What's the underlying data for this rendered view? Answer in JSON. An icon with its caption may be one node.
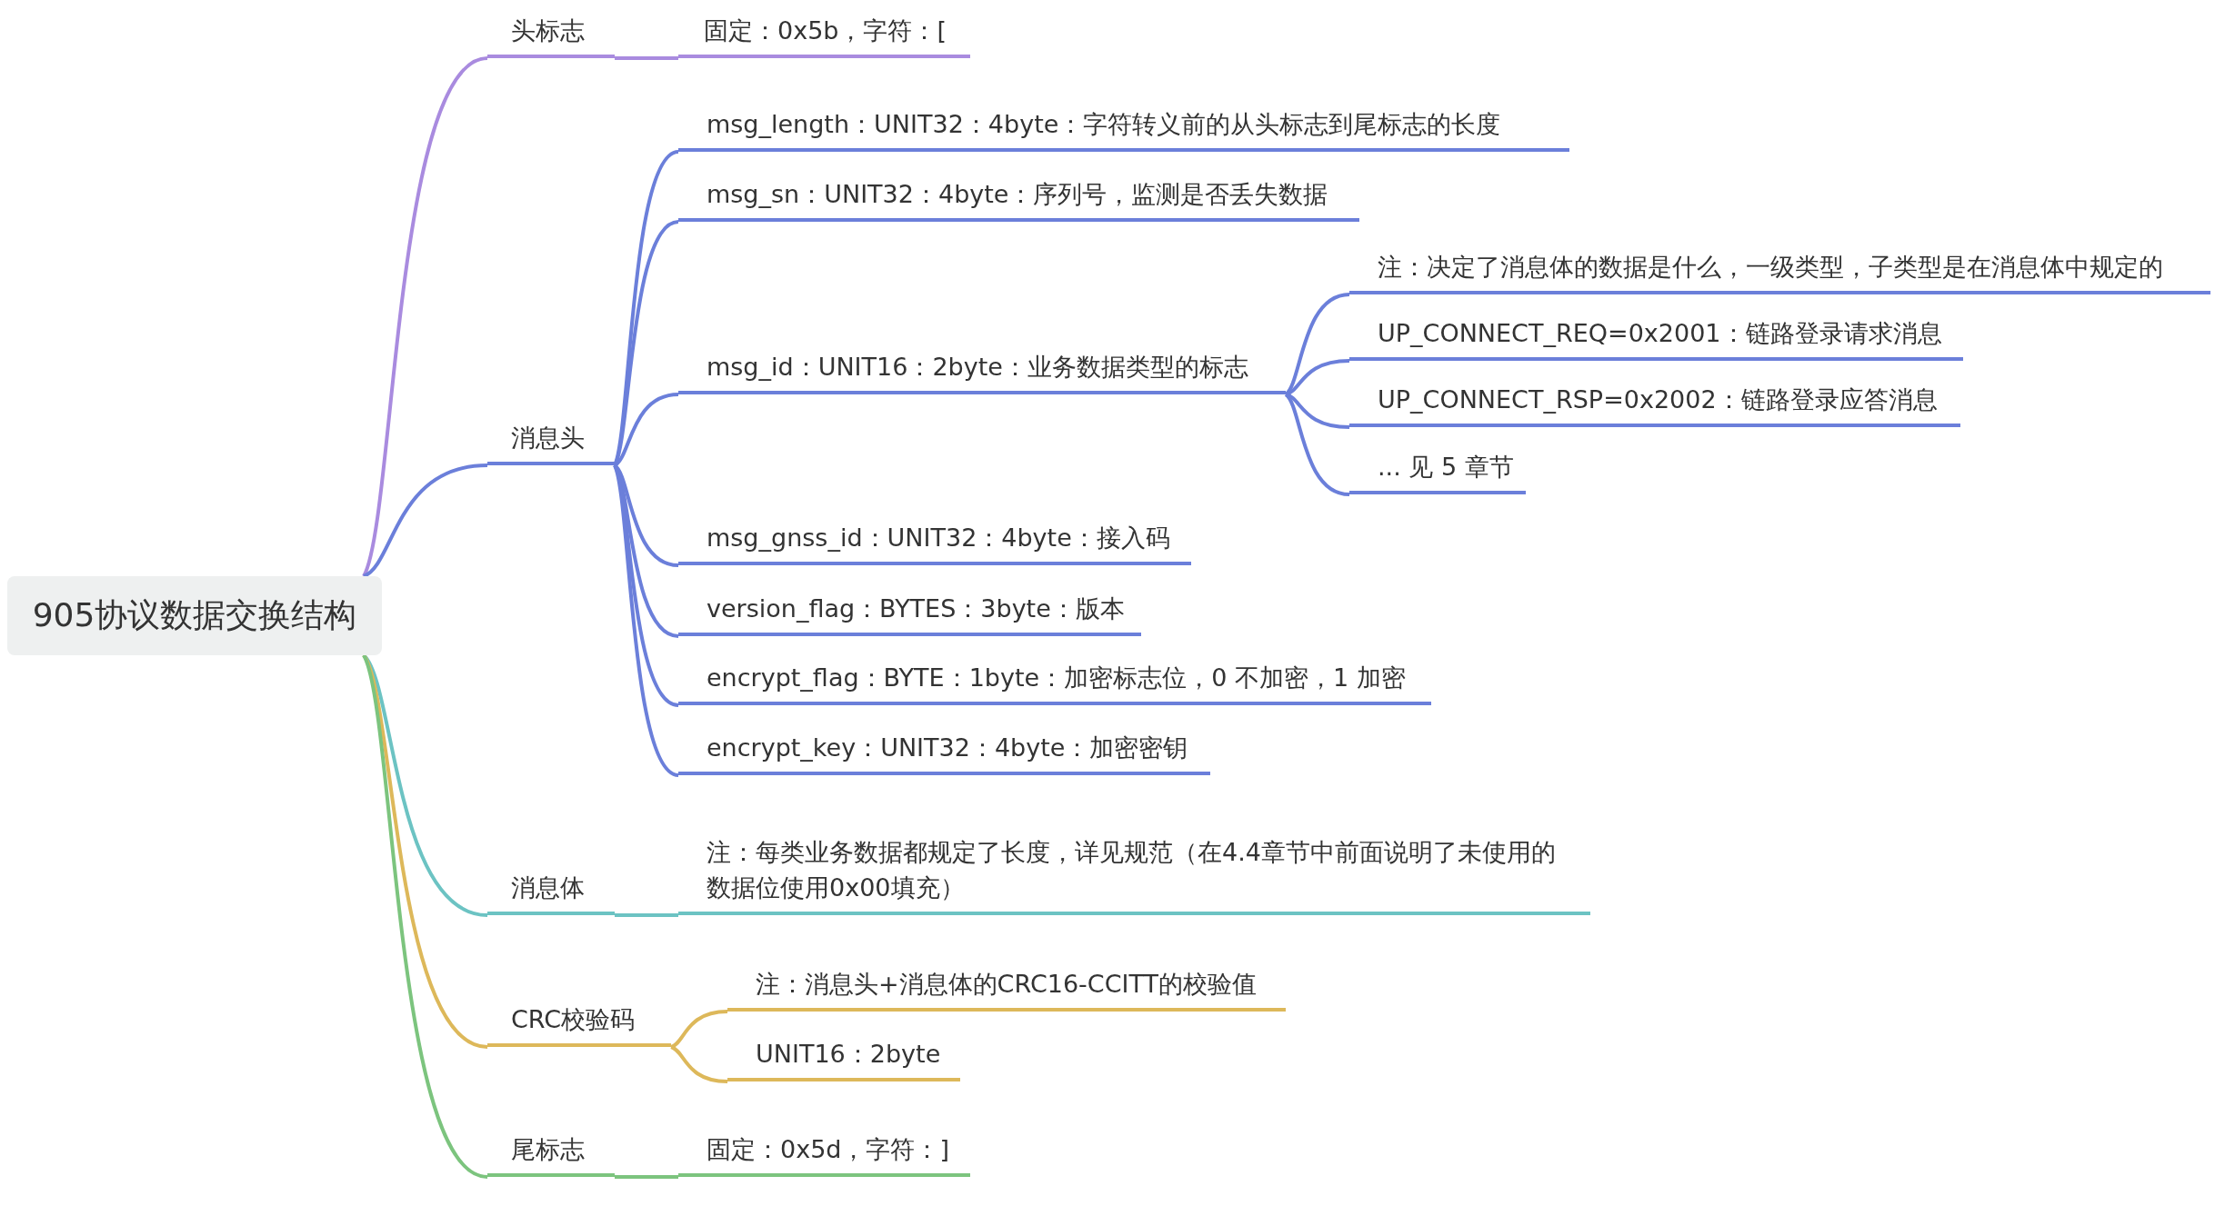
{
  "diagram": {
    "nodes": [
      {
        "text": [
          "905协议数据交换结构"
        ]
      },
      {
        "text": [
          "头标志"
        ]
      },
      {
        "text": [
          "固定：0x5b，字符：["
        ]
      },
      {
        "text": [
          "消息头"
        ]
      },
      {
        "text": [
          "msg_length：UNIT32：4byte：字符转义前的从头标志到尾标志的长度"
        ]
      },
      {
        "text": [
          "msg_sn：UNIT32：4byte：序列号，监测是否丢失数据"
        ]
      },
      {
        "text": [
          "msg_id：UNIT16：2byte：业务数据类型的标志"
        ]
      },
      {
        "text": [
          "注：决定了消息体的数据是什么，一级类型，子类型是在消息体中规定的"
        ]
      },
      {
        "text": [
          "UP_CONNECT_REQ=0x2001：链路登录请求消息"
        ]
      },
      {
        "text": [
          "UP_CONNECT_RSP=0x2002：链路登录应答消息"
        ]
      },
      {
        "text": [
          "... 见 5 章节"
        ]
      },
      {
        "text": [
          "msg_gnss_id：UNIT32：4byte：接入码"
        ]
      },
      {
        "text": [
          "version_flag：BYTES：3byte：版本"
        ]
      },
      {
        "text": [
          "encrypt_flag：BYTE：1byte：加密标志位，0 不加密，1 加密"
        ]
      },
      {
        "text": [
          "encrypt_key：UNIT32：4byte：加密密钥"
        ]
      },
      {
        "text": [
          "消息体"
        ]
      },
      {
        "text": [
          "注：每类业务数据都规定了长度，详见规范（在4.4章节中前面说明了未使用的数据位使用0x00填充）"
        ]
      },
      {
        "text": [
          "CRC校验码"
        ]
      },
      {
        "text": [
          "注：消息头+消息体的CRC16-CCITT的校验值"
        ]
      },
      {
        "text": [
          "UNIT16：2byte"
        ]
      },
      {
        "text": [
          "尾标志"
        ]
      },
      {
        "text": [
          "固定：0x5d，字符：]"
        ]
      }
    ],
    "edges": [
      {
        "from": 0,
        "to": 1,
        "arrow": "none",
        "color": "#a98bdf"
      },
      {
        "from": 1,
        "to": 2,
        "arrow": "none",
        "color": "#a98bdf"
      },
      {
        "from": 0,
        "to": 3,
        "arrow": "none"
      },
      {
        "from": 3,
        "to": 4,
        "arrow": "none"
      },
      {
        "from": 3,
        "to": 5,
        "arrow": "none"
      },
      {
        "from": 3,
        "to": 6,
        "arrow": "none"
      },
      {
        "from": 6,
        "to": 7,
        "arrow": "none"
      },
      {
        "from": 6,
        "to": 8,
        "arrow": "none"
      },
      {
        "from": 6,
        "to": 9,
        "arrow": "none"
      },
      {
        "from": 6,
        "to": 10,
        "arrow": "none"
      },
      {
        "from": 3,
        "to": 11,
        "arrow": "none"
      },
      {
        "from": 3,
        "to": 12,
        "arrow": "none"
      },
      {
        "from": 3,
        "to": 13,
        "arrow": "none"
      },
      {
        "from": 3,
        "to": 14,
        "arrow": "none"
      },
      {
        "from": 0,
        "to": 15,
        "arrow": "none",
        "color": "#6cc3c3"
      },
      {
        "from": 15,
        "to": 16,
        "arrow": "none",
        "color": "#6cc3c3"
      },
      {
        "from": 0,
        "to": 17,
        "arrow": "none",
        "color": "#ddb85a"
      },
      {
        "from": 17,
        "to": 18,
        "arrow": "none",
        "color": "#ddb85a"
      },
      {
        "from": 17,
        "to": 19,
        "arrow": "none",
        "color": "#ddb85a"
      },
      {
        "from": 0,
        "to": 20,
        "arrow": "none",
        "color": "#7cc47e"
      },
      {
        "from": 20,
        "to": 21,
        "arrow": "none",
        "color": "#7cc47e"
      }
    ]
  }
}
